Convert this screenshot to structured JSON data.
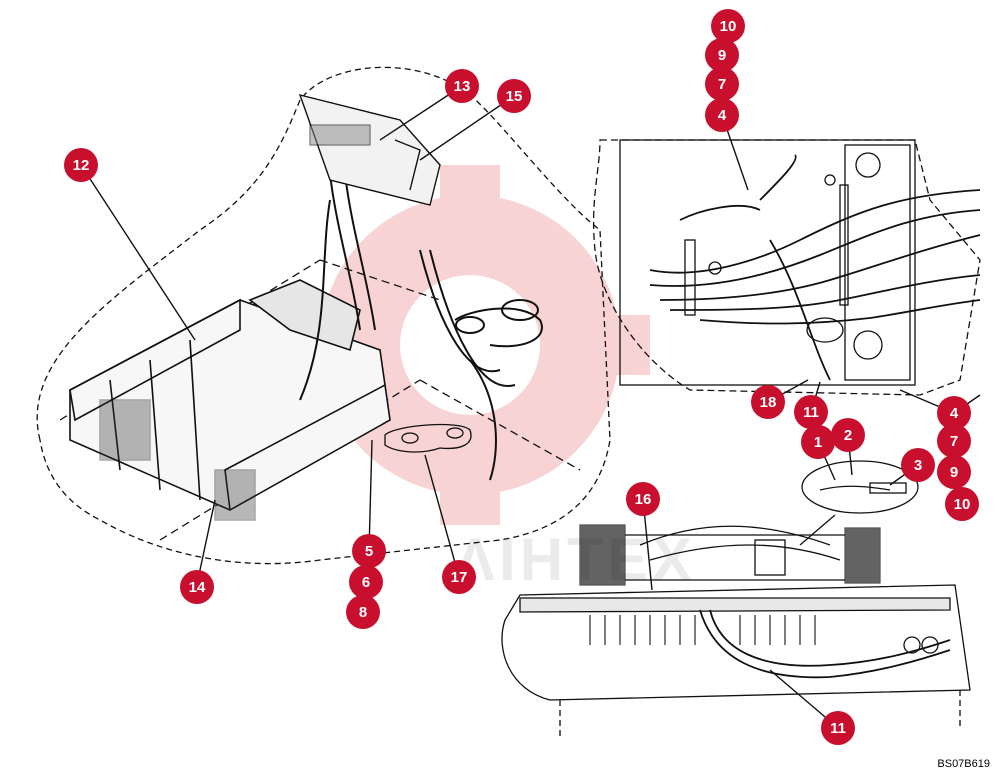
{
  "colors": {
    "callout_fill": "#c8102e",
    "line": "#111111",
    "watermark": "#f3b0b0"
  },
  "figure_code": "BS07B619",
  "watermark_text": "ΛΙΗΤΕΧ",
  "callouts": [
    {
      "id": "c12",
      "label": "12"
    },
    {
      "id": "c13",
      "label": "13"
    },
    {
      "id": "c15",
      "label": "15"
    },
    {
      "id": "c14",
      "label": "14"
    },
    {
      "id": "c5",
      "label": "5"
    },
    {
      "id": "c6",
      "label": "6"
    },
    {
      "id": "c8",
      "label": "8"
    },
    {
      "id": "c17",
      "label": "17"
    },
    {
      "id": "c10a",
      "label": "10"
    },
    {
      "id": "c9a",
      "label": "9"
    },
    {
      "id": "c7a",
      "label": "7"
    },
    {
      "id": "c4a",
      "label": "4"
    },
    {
      "id": "c18",
      "label": "18"
    },
    {
      "id": "c11a",
      "label": "11"
    },
    {
      "id": "c4b",
      "label": "4"
    },
    {
      "id": "c2",
      "label": "2"
    },
    {
      "id": "c1",
      "label": "1"
    },
    {
      "id": "c7b",
      "label": "7"
    },
    {
      "id": "c3",
      "label": "3"
    },
    {
      "id": "c9b",
      "label": "9"
    },
    {
      "id": "c10b",
      "label": "10"
    },
    {
      "id": "c16",
      "label": "16"
    },
    {
      "id": "c11b",
      "label": "11"
    }
  ]
}
